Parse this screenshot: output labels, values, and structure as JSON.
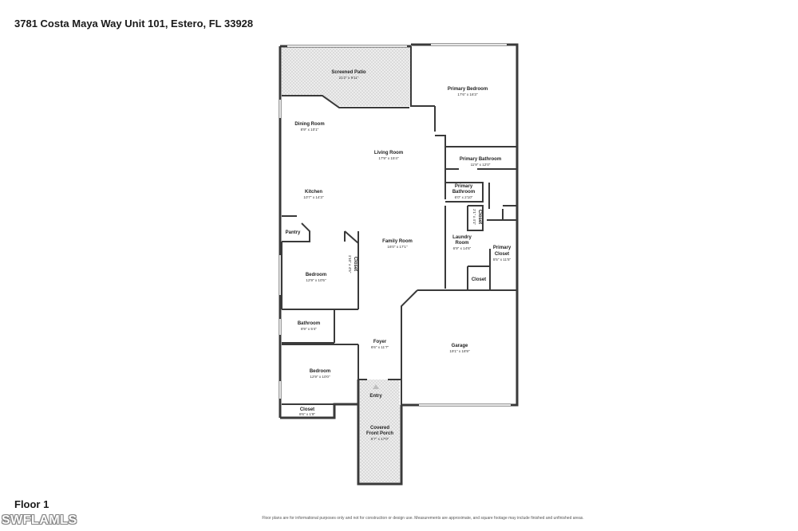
{
  "header": {
    "address": "3781 Costa Maya Way Unit 101, Estero, FL 33928"
  },
  "floor": {
    "label": "Floor 1"
  },
  "footer": {
    "disclaimer": "Floor plans are for informational purposes only and not for construction or design use. Measurements are approximate, and square footage may include finished and unfinished areas.",
    "watermark": "SWFLAMLS"
  },
  "rooms": {
    "screened_patio": {
      "name": "Screened Patio",
      "dims": "21'2\" x 9'11\""
    },
    "primary_bedroom": {
      "name": "Primary Bedroom",
      "dims": "17'6\" x 16'3\""
    },
    "dining_room": {
      "name": "Dining Room",
      "dims": "8'9\" x 10'1\""
    },
    "living_room": {
      "name": "Living Room",
      "dims": "17'9\" x 15'4\""
    },
    "primary_bathroom": {
      "name": "Primary Bathroom",
      "dims": "11'9\" x 12'0\""
    },
    "primary_bathroom_2": {
      "name_line1": "Primary",
      "name_line2": "Bathroom",
      "dims": "6'0\" x 2'10\""
    },
    "closet_small": {
      "name": "Closet",
      "dims": "2'1\" x 4'1\""
    },
    "kitchen": {
      "name": "Kitchen",
      "dims": "10'7\" x 14'3\""
    },
    "pantry": {
      "name": "Pantry"
    },
    "family_room": {
      "name": "Family Room",
      "dims": "16'0\" x 17'1\""
    },
    "laundry_room": {
      "name_line1": "Laundry",
      "name_line2": "Room",
      "dims": "6'9\" x 14'6\""
    },
    "primary_closet": {
      "name_line1": "Primary",
      "name_line2": "Closet",
      "dims": "5'5\" x 11'5\""
    },
    "bedroom_1": {
      "name": "Bedroom",
      "dims": "12'9\" x 10'5\""
    },
    "closet_bed1": {
      "name": "Closet",
      "dims": "1'10\" x 4'5\""
    },
    "closet_mid": {
      "name": "Closet"
    },
    "bathroom": {
      "name": "Bathroom",
      "dims": "8'9\" x 5'4\""
    },
    "foyer": {
      "name": "Foyer",
      "dims": "6'6\" x 11'7\""
    },
    "garage": {
      "name": "Garage",
      "dims": "19'1\" x 18'9\""
    },
    "bedroom_2": {
      "name": "Bedroom",
      "dims": "12'9\" x 10'0\""
    },
    "closet_bed2": {
      "name": "Closet",
      "dims": "8'6\" x 1'9\""
    },
    "entry": {
      "name": "Entry"
    },
    "covered_porch": {
      "name_line1": "Covered",
      "name_line2": "Front Porch",
      "dims": "6'7\" x 17'0\""
    }
  },
  "colors": {
    "wall": "#3a3a3a",
    "patio_fill": "#e4e4e4",
    "text": "#222222"
  }
}
